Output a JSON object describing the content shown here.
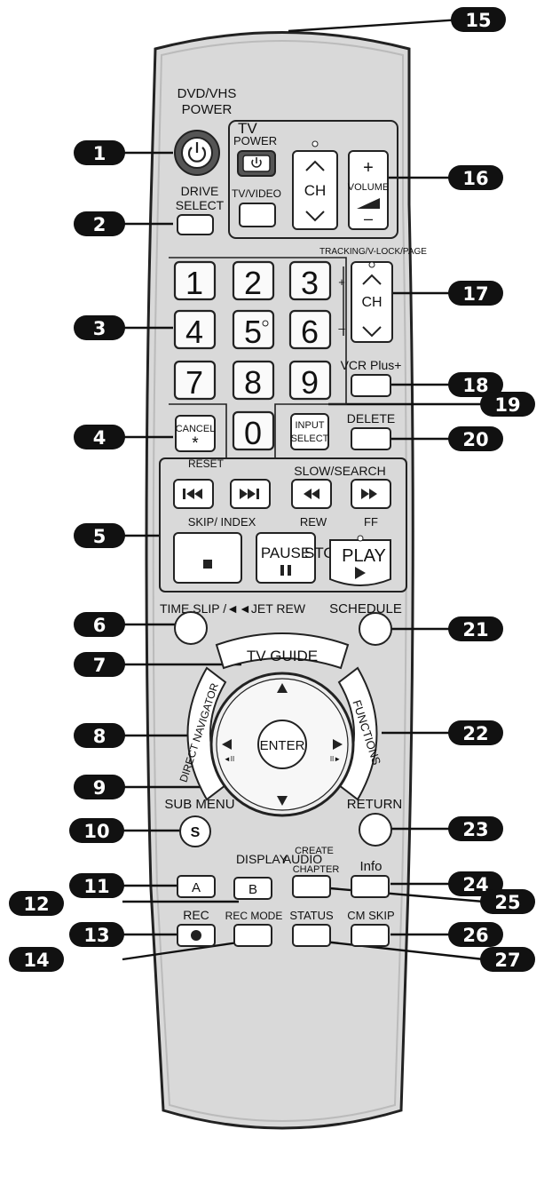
{
  "callouts": [
    "1",
    "2",
    "3",
    "4",
    "5",
    "6",
    "7",
    "8",
    "9",
    "10",
    "11",
    "12",
    "13",
    "14",
    "15",
    "16",
    "17",
    "18",
    "19",
    "20",
    "21",
    "22",
    "23",
    "24",
    "25",
    "26",
    "27"
  ],
  "labels": {
    "dvd_vhs": "DVD/VHS",
    "power": "POWER",
    "tv": "TV",
    "tv_power": "POWER",
    "tv_video": "TV/VIDEO",
    "ch": "CH",
    "volume": "VOLUME",
    "plus": "+",
    "minus": "–",
    "drive_select_1": "DRIVE",
    "drive_select_2": "SELECT",
    "tracking": "TRACKING/V-LOCK/PAGE",
    "digits": [
      "1",
      "2",
      "3",
      "4",
      "5",
      "6",
      "7",
      "8",
      "9",
      "0"
    ],
    "vcr_plus": "VCR Plus+",
    "input_1": "INPUT",
    "input_2": "SELECT",
    "delete": "DELETE",
    "cancel": "CANCEL",
    "asterisk": "*",
    "reset": "RESET",
    "slow_search": "SLOW/SEARCH",
    "skip_index": "SKIP/ INDEX",
    "rew": "REW",
    "ff": "FF",
    "pause": "PAUSE",
    "stop": "STOP",
    "play": "PLAY",
    "time_slip": "TIME SLIP /◄◄JET REW",
    "schedule": "SCHEDULE",
    "tv_guide": "TV GUIDE",
    "direct_navigator": "DIRECT NAVIGATOR",
    "functions": "FUNCTIONS",
    "enter": "ENTER",
    "sub_menu": "SUB MENU",
    "s": "S",
    "return": "RETURN",
    "display": "DISPLAY",
    "audio": "AUDIO",
    "create_chapter_1": "CREATE",
    "create_chapter_2": "CHAPTER",
    "info": "Info",
    "a": "A",
    "b": "B",
    "rec": "REC",
    "rec_mode": "REC MODE",
    "status": "STATUS",
    "cm_skip": "CM SKIP"
  }
}
